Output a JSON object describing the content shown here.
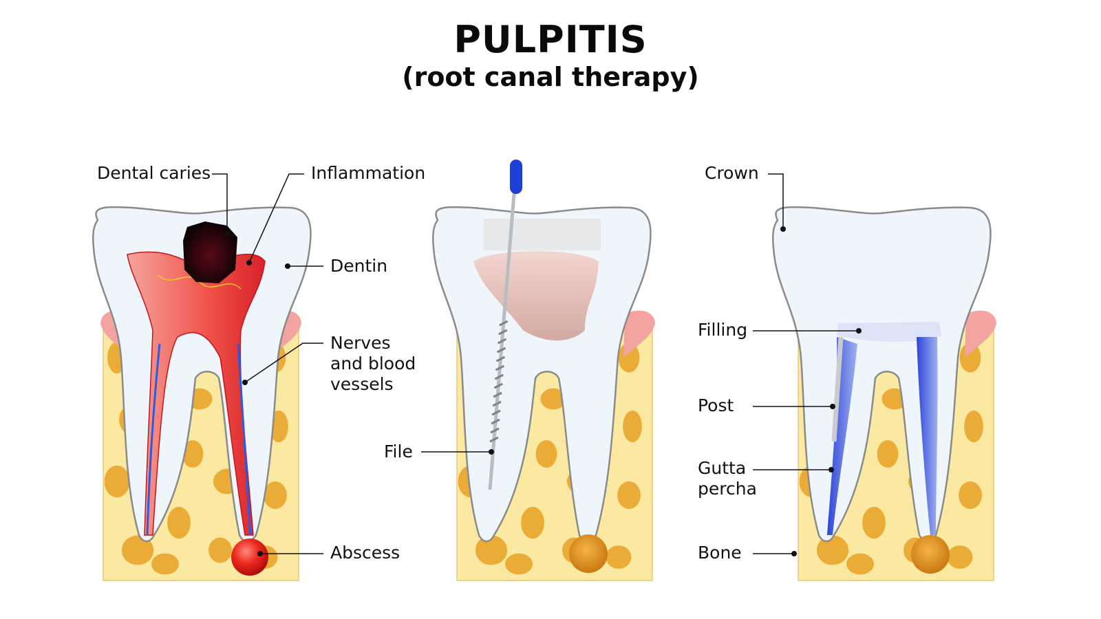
{
  "title": "PULPITIS",
  "subtitle": "(root canal therapy)",
  "colors": {
    "bone": "#fbe9a1",
    "bone_pore": "#e8a52a",
    "gum": "#f3a3a0",
    "enamel": "#eef6fb",
    "pulp_inflamed": "#e8302a",
    "pulp_pink": "#f08a84",
    "file_handle": "#1e3fd6",
    "gutta_percha": "#3a52e0",
    "caries": "#2a0508",
    "abscess": "#e8221c"
  },
  "panels": [
    {
      "name": "diseased-tooth",
      "labels": [
        "Dental caries",
        "Inflammation",
        "Dentin",
        "Nerves\nand blood\nvessels",
        "Abscess"
      ]
    },
    {
      "name": "cleaning-tooth",
      "labels": [
        "File"
      ]
    },
    {
      "name": "restored-tooth",
      "labels": [
        "Crown",
        "Filling",
        "Post",
        "Gutta\npercha",
        "Bone"
      ]
    }
  ]
}
